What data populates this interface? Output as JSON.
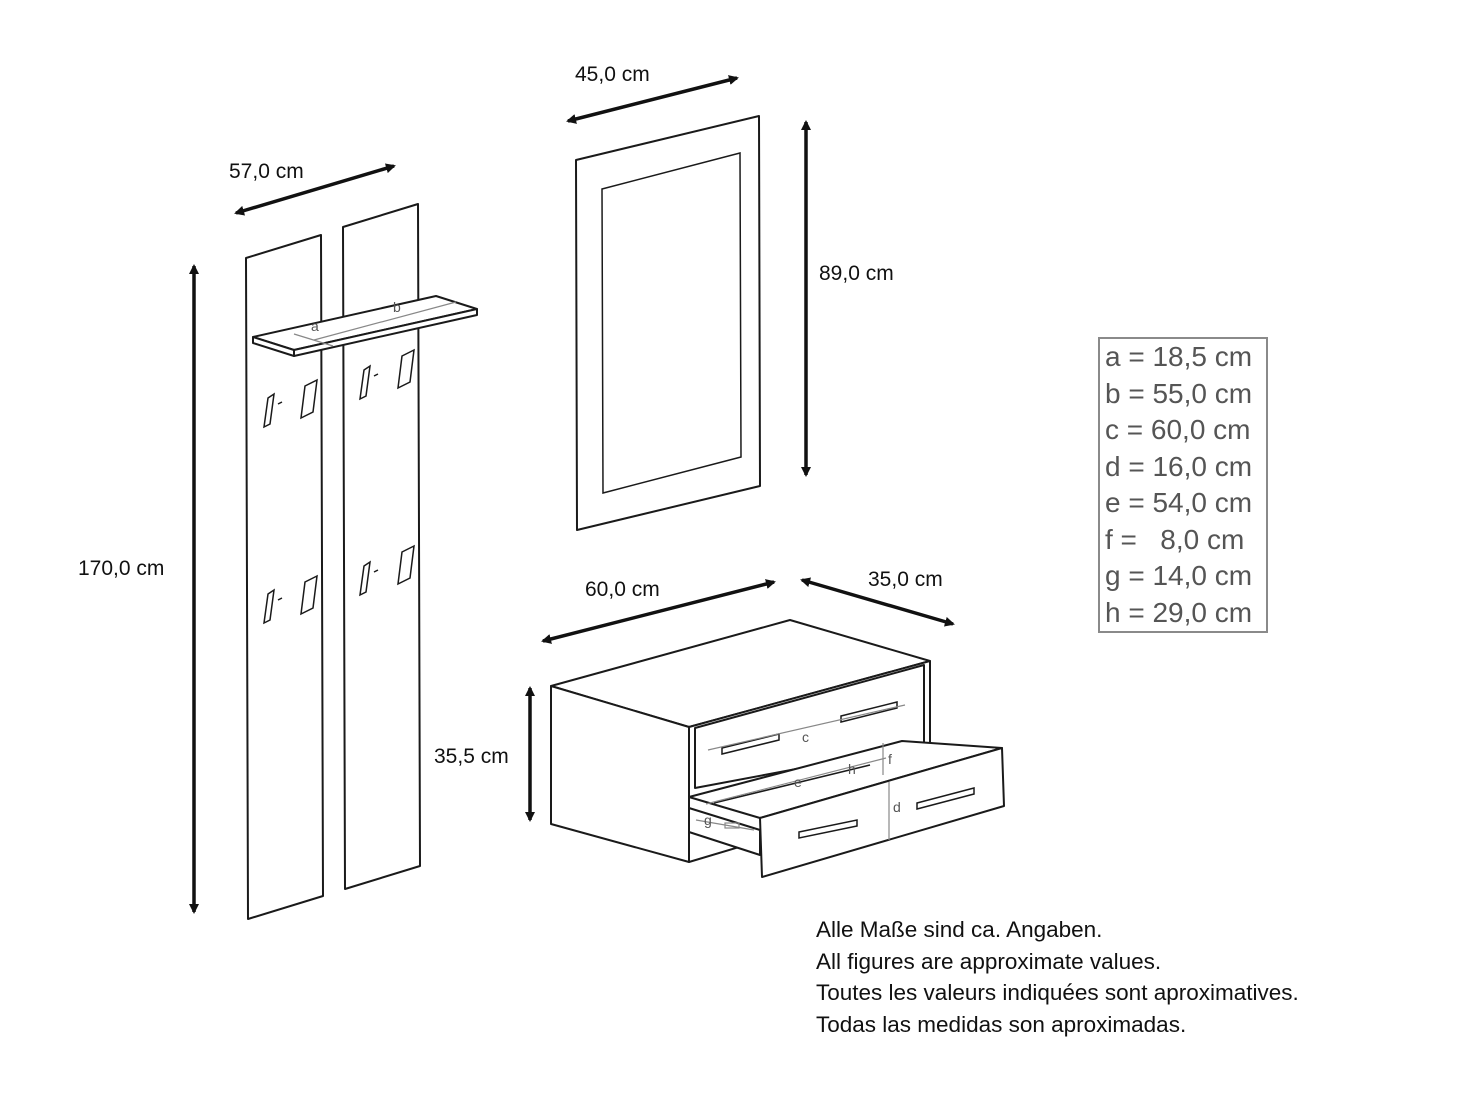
{
  "dimensions": {
    "wardrobe_width": "57,0 cm",
    "wardrobe_height": "170,0 cm",
    "mirror_width": "45,0 cm",
    "mirror_height": "89,0 cm",
    "cabinet_width": "60,0 cm",
    "cabinet_depth": "35,0 cm",
    "cabinet_height": "35,5 cm"
  },
  "part_letters": {
    "a": "a",
    "b": "b",
    "c": "c",
    "d": "d",
    "e": "e",
    "f": "f",
    "g": "g",
    "h": "h"
  },
  "legend": [
    "a = 18,5 cm",
    "b = 55,0 cm",
    "c = 60,0 cm",
    "d = 16,0 cm",
    "e = 54,0 cm",
    "f =   8,0 cm",
    "g = 14,0 cm",
    "h = 29,0 cm"
  ],
  "notes": [
    "Alle Maße sind ca. Angaben.",
    "All figures are approximate values.",
    "Toutes les valeurs indiquées sont aproximatives.",
    "Todas las medidas son aproximadas."
  ]
}
